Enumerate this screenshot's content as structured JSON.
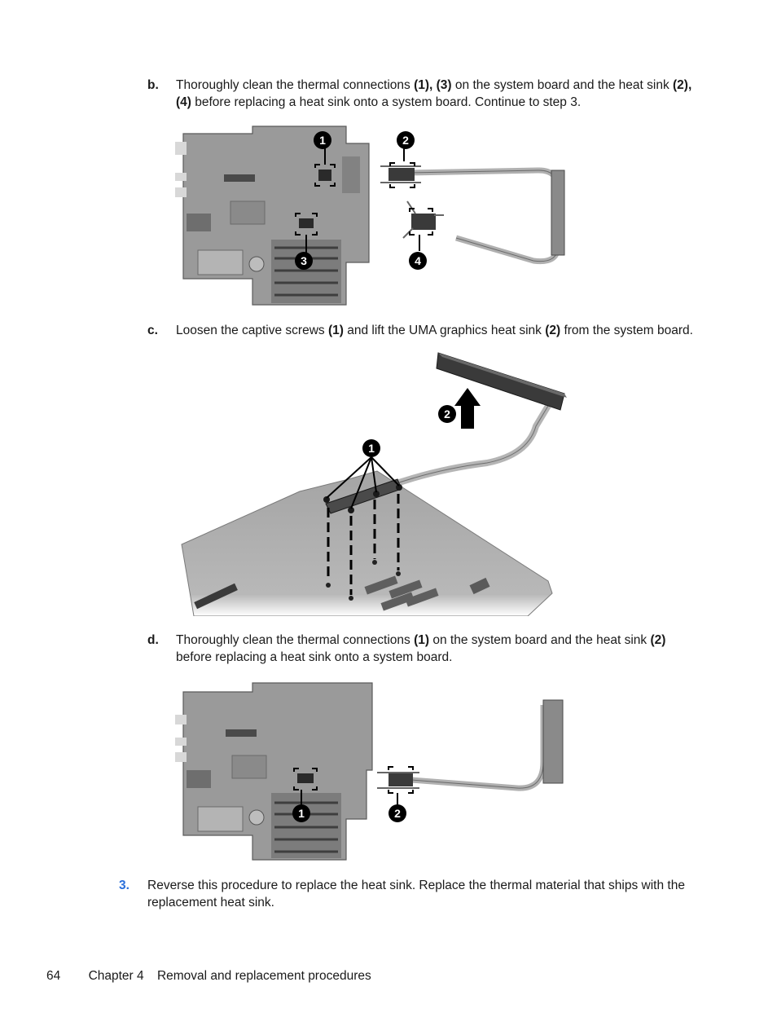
{
  "steps": {
    "b": {
      "letter": "b.",
      "t1": "Thoroughly clean the thermal connections ",
      "b1": "(1), (3)",
      "t2": " on the system board and the heat sink ",
      "b2": "(2),",
      "b3": "(4)",
      "t3": " before replacing a heat sink onto a system board. Continue to step 3."
    },
    "c": {
      "letter": "c.",
      "t1": "Loosen the captive screws ",
      "b1": "(1)",
      "t2": " and lift the UMA graphics heat sink ",
      "b2": "(2)",
      "t3": " from the system board."
    },
    "d": {
      "letter": "d.",
      "t1": "Thoroughly clean the thermal connections ",
      "b1": "(1)",
      "t2": " on the system board and the heat sink ",
      "b2": "(2)",
      "t3": "before replacing a heat sink onto a system board."
    },
    "s3": {
      "letter": "3.",
      "line1": "Reverse this procedure to replace the heat sink. Replace the thermal material that ships with the",
      "line2": "replacement heat sink."
    }
  },
  "callouts": {
    "fig1": [
      "1",
      "2",
      "3",
      "4"
    ],
    "fig2": [
      "1",
      "2"
    ],
    "fig3": [
      "1",
      "2"
    ]
  },
  "footer": {
    "page": "64",
    "chapter": "Chapter 4",
    "title": "Removal and replacement procedures"
  },
  "colors": {
    "step_number": "#2a6fdb",
    "board": "#9a9a9a",
    "heatpipe": "#b0b0b0"
  }
}
